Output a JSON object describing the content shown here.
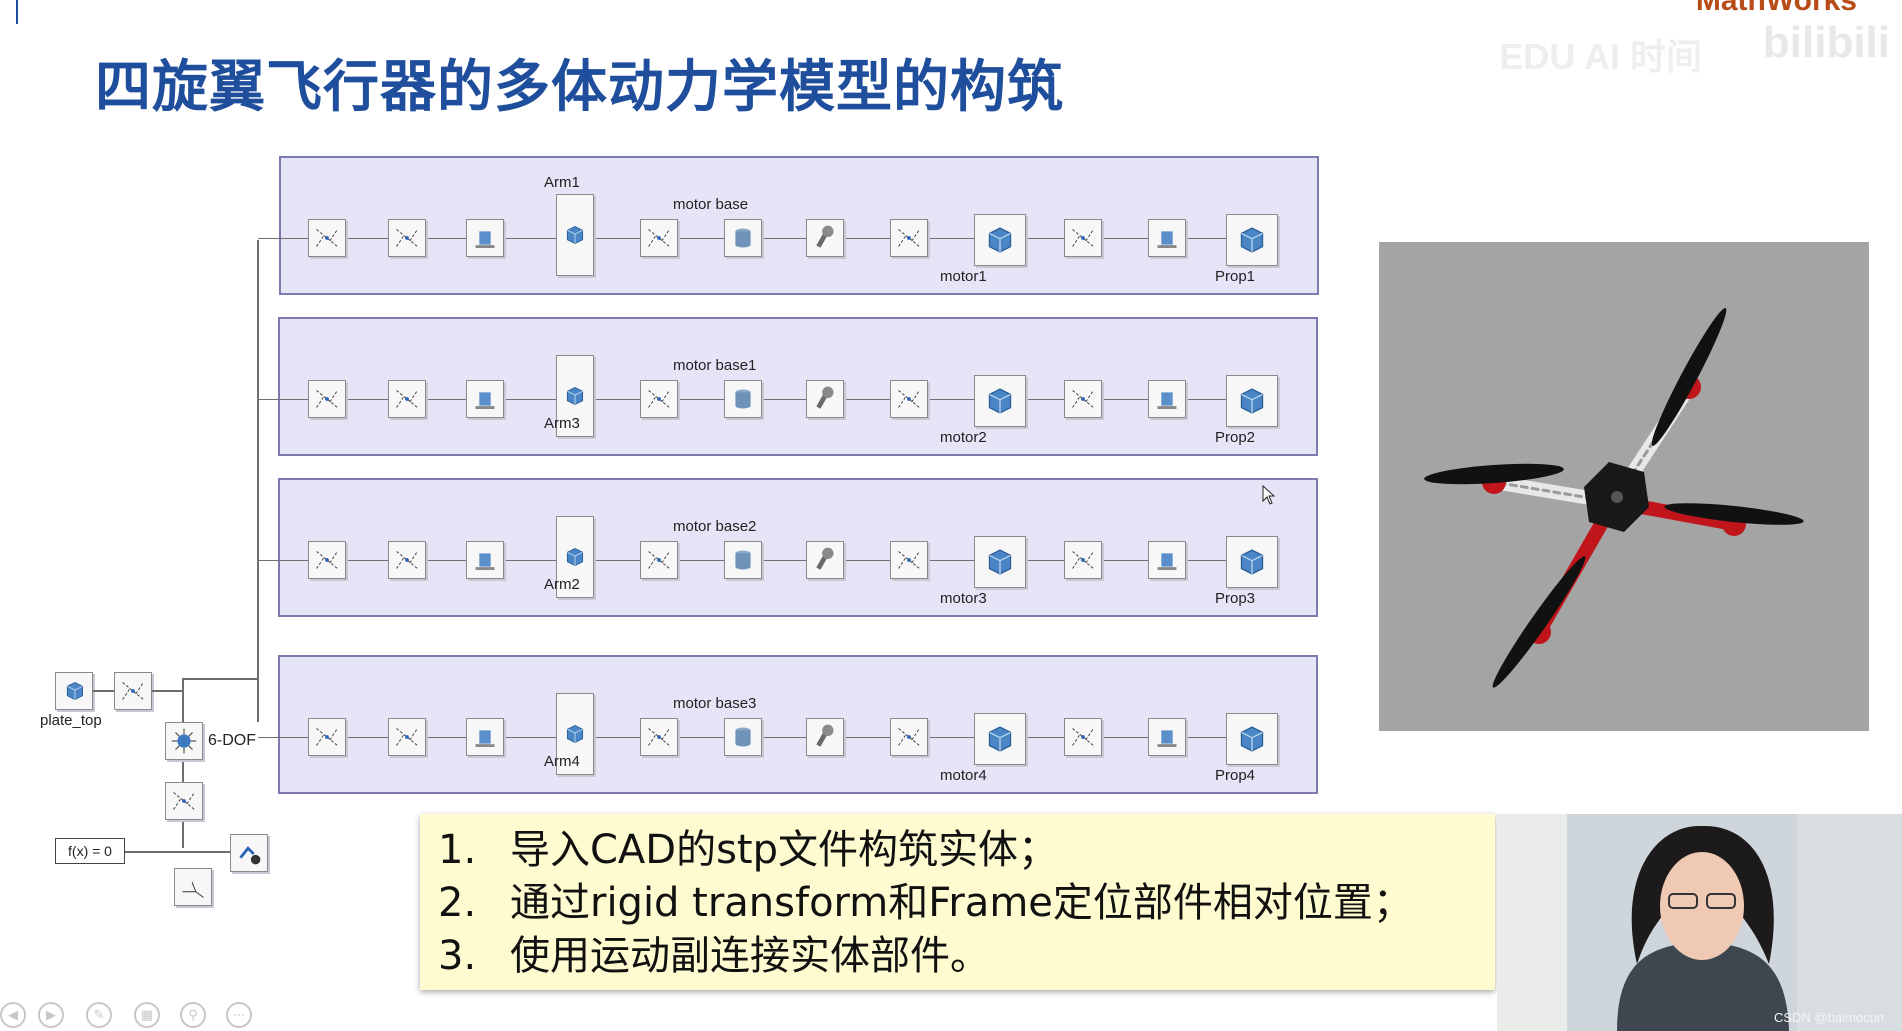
{
  "slide": {
    "title": "四旋翼飞行器的多体动力学模型的构筑",
    "watermark_brand": "MathWorks",
    "watermark_site": "bilibili",
    "watermark_cn": "EDU AI 时间"
  },
  "model": {
    "rows": [
      {
        "arm_label": "Arm1",
        "motor_base_label": "motor base",
        "motor_label": "motor1",
        "prop_label": "Prop1"
      },
      {
        "arm_label": "Arm3",
        "motor_base_label": "motor base1",
        "motor_label": "motor2",
        "prop_label": "Prop2"
      },
      {
        "arm_label": "Arm2",
        "motor_base_label": "motor base2",
        "motor_label": "motor3",
        "prop_label": "Prop3"
      },
      {
        "arm_label": "Arm4",
        "motor_base_label": "motor base3",
        "motor_label": "motor4",
        "prop_label": "Prop4"
      }
    ],
    "base": {
      "plate_label": "plate_top",
      "joint_label": "6-DOF",
      "constraint_label": "f(x) = 0"
    }
  },
  "caption": {
    "items": [
      {
        "num": "1.",
        "text": "导入CAD的stp文件构筑实体；"
      },
      {
        "num": "2.",
        "text": "通过rigid transform和Frame定位部件相对位置；"
      },
      {
        "num": "3.",
        "text": "使用运动副连接实体部件。"
      }
    ]
  },
  "webcam": {
    "credit": "CSDN @baimocun"
  },
  "player_controls": [
    "prev-icon",
    "play-icon",
    "pen-icon",
    "slides-icon",
    "zoom-icon",
    "more-icon"
  ],
  "colors": {
    "title": "#1f4e9c",
    "panel_bg": "#e5e5f7",
    "panel_border": "#7b7bb0",
    "caption_bg": "#fdfbcf",
    "viewport_bg": "#a4a4a4",
    "drone_red": "#c0161b"
  }
}
